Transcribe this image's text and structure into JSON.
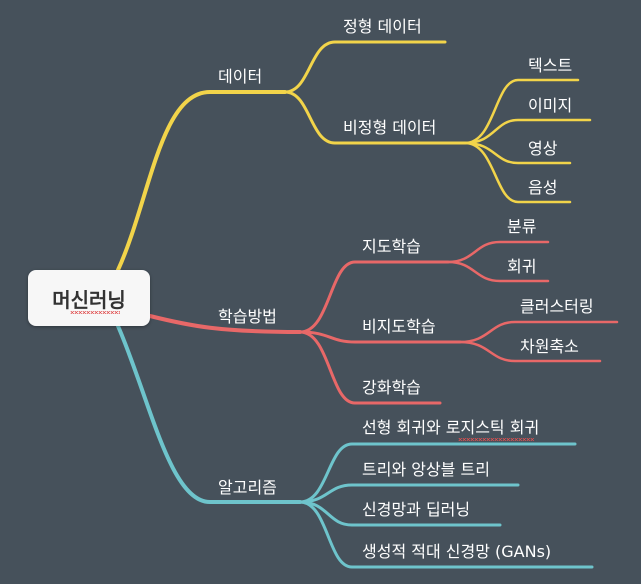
{
  "root": {
    "label": "머신러닝"
  },
  "colors": {
    "data": "#f2d44a",
    "method": "#e86868",
    "algo": "#6ec4cc",
    "background": "#46515b"
  },
  "branches": {
    "data": {
      "label": "데이터",
      "children": {
        "structured": "정형 데이터",
        "unstructured": {
          "label": "비정형 데이터",
          "children": {
            "text": "텍스트",
            "image": "이미지",
            "video": "영상",
            "audio": "음성"
          }
        }
      }
    },
    "method": {
      "label": "학습방법",
      "children": {
        "supervised": {
          "label": "지도학습",
          "children": {
            "classification": "분류",
            "regression": "회귀"
          }
        },
        "unsupervised": {
          "label": "비지도학습",
          "children": {
            "clustering": "클러스터링",
            "dimred": "차원축소"
          }
        },
        "reinforcement": "강화학습"
      }
    },
    "algo": {
      "label": "알고리즘",
      "children": {
        "linear": "선형 회귀와 로지스틱 회귀",
        "tree": "트리와 앙상블 트리",
        "nn": "신경망과 딥러닝",
        "gan": "생성적 적대 신경망 (GANs)"
      }
    }
  }
}
